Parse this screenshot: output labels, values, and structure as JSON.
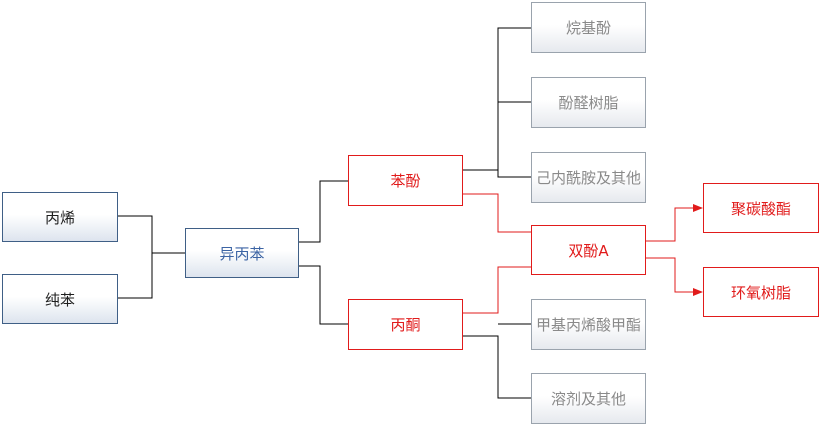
{
  "diagram": {
    "inputs": {
      "propylene": "丙烯",
      "benzene": "纯苯"
    },
    "intermediate": {
      "cumene": "异丙苯"
    },
    "products": {
      "phenol": "苯酚",
      "acetone": "丙酮"
    },
    "phenol_uses": {
      "alkylphenol": "烷基酚",
      "phenolic_resin": "酚醛树脂",
      "caprolactam": "己内酰胺及其他"
    },
    "bisphenol_a": "双酚A",
    "bpa_uses": {
      "polycarbonate": "聚碳酸酯",
      "epoxy": "环氧树脂"
    },
    "acetone_uses": {
      "mma": "甲基丙烯酸甲酯",
      "solvent": "溶剂及其他"
    },
    "colors": {
      "highlight": "#e11b1b",
      "primary_border": "#3f5f86",
      "muted_border": "#9aa3ad",
      "connector": "#000000"
    }
  }
}
